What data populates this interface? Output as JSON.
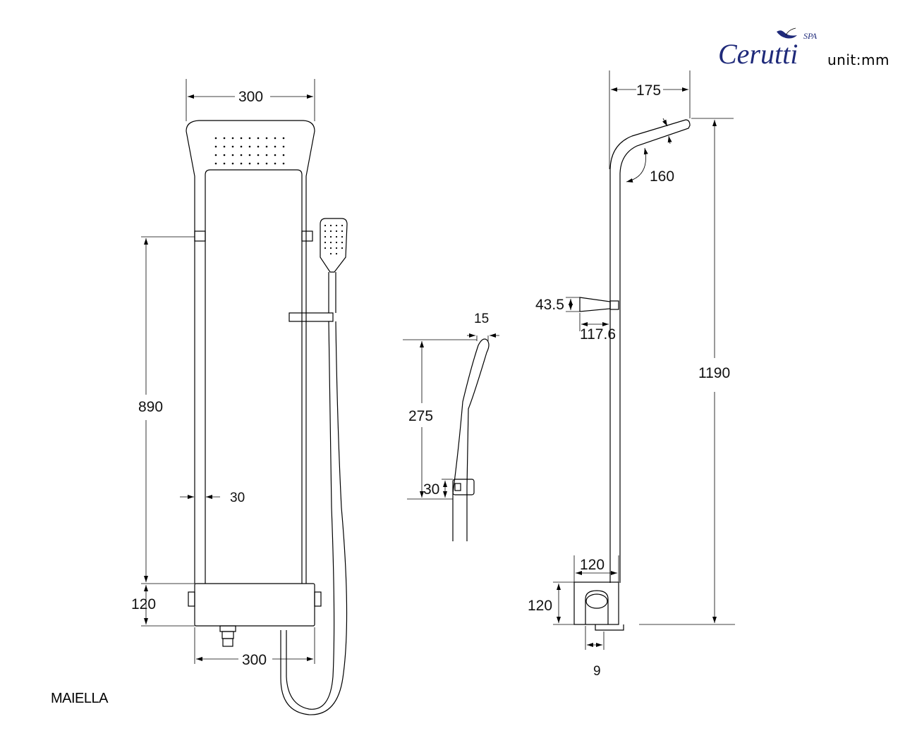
{
  "brand": {
    "logo_text": "Cerutti",
    "logo_sub": "SPA",
    "logo_color": "#1f2a7a"
  },
  "unit_label": "unit:mm",
  "product_name": "MAIELLA",
  "front_view": {
    "top_width": "300",
    "rail_height": "890",
    "rail_offset": "30",
    "mixer_height": "120",
    "bottom_width": "300"
  },
  "handshower_view": {
    "head_depth": "15",
    "handle_length": "275",
    "holder_height": "30"
  },
  "side_view": {
    "arm_reach": "175",
    "arm_angle": "160",
    "holder_height": "43.5",
    "holder_depth": "117.6",
    "total_height": "1190",
    "mixer_width": "120",
    "mixer_height": "120",
    "spout_offset": "9"
  }
}
